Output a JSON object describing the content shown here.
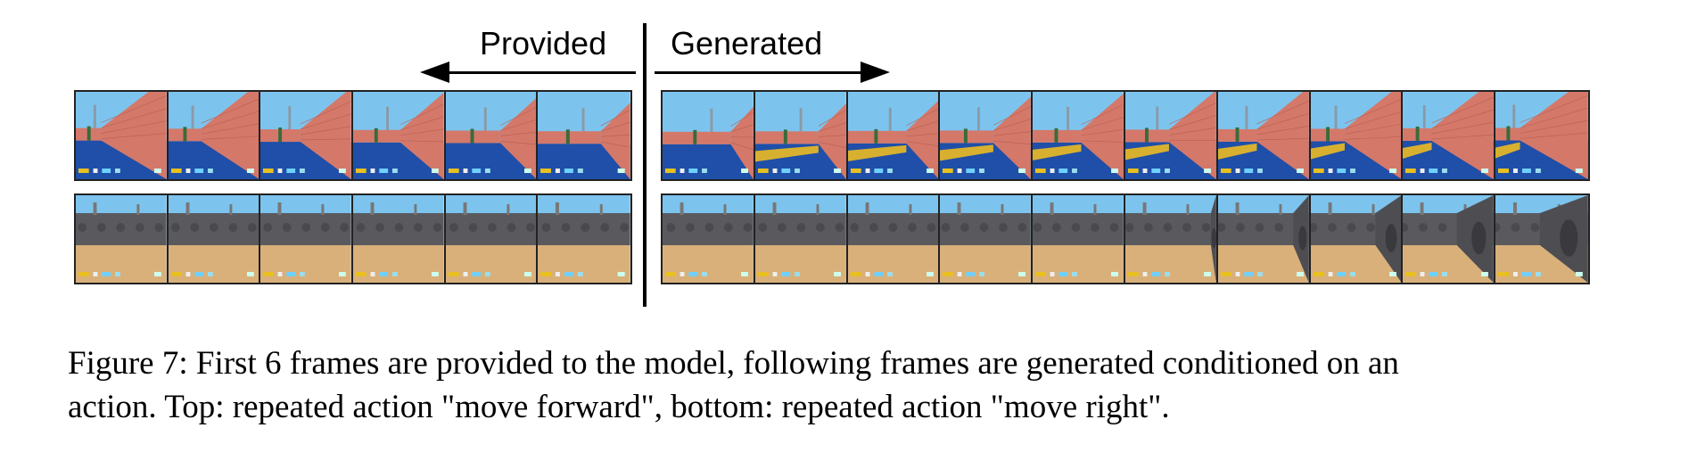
{
  "header": {
    "provided_label": "Provided",
    "generated_label": "Generated"
  },
  "rows": [
    {
      "name": "move-forward",
      "scene": "brick-wall-blue-floor",
      "provided_frames": 6,
      "generated_frames": 10
    },
    {
      "name": "move-right",
      "scene": "stone-wall-sand-floor",
      "provided_frames": 6,
      "generated_frames": 10
    }
  ],
  "caption": {
    "line1": "Figure 7: First 6 frames are provided to the model, following frames are generated conditioned on an",
    "line2": "action. Top: repeated action \"move forward\", bottom: repeated action \"move right\"."
  },
  "colors": {
    "sky": "#7cc4ee",
    "brick": "#d4786a",
    "blue_floor": "#1f4fa8",
    "stone_wall": "#5a5a5e",
    "sand_floor": "#d9b07a"
  }
}
